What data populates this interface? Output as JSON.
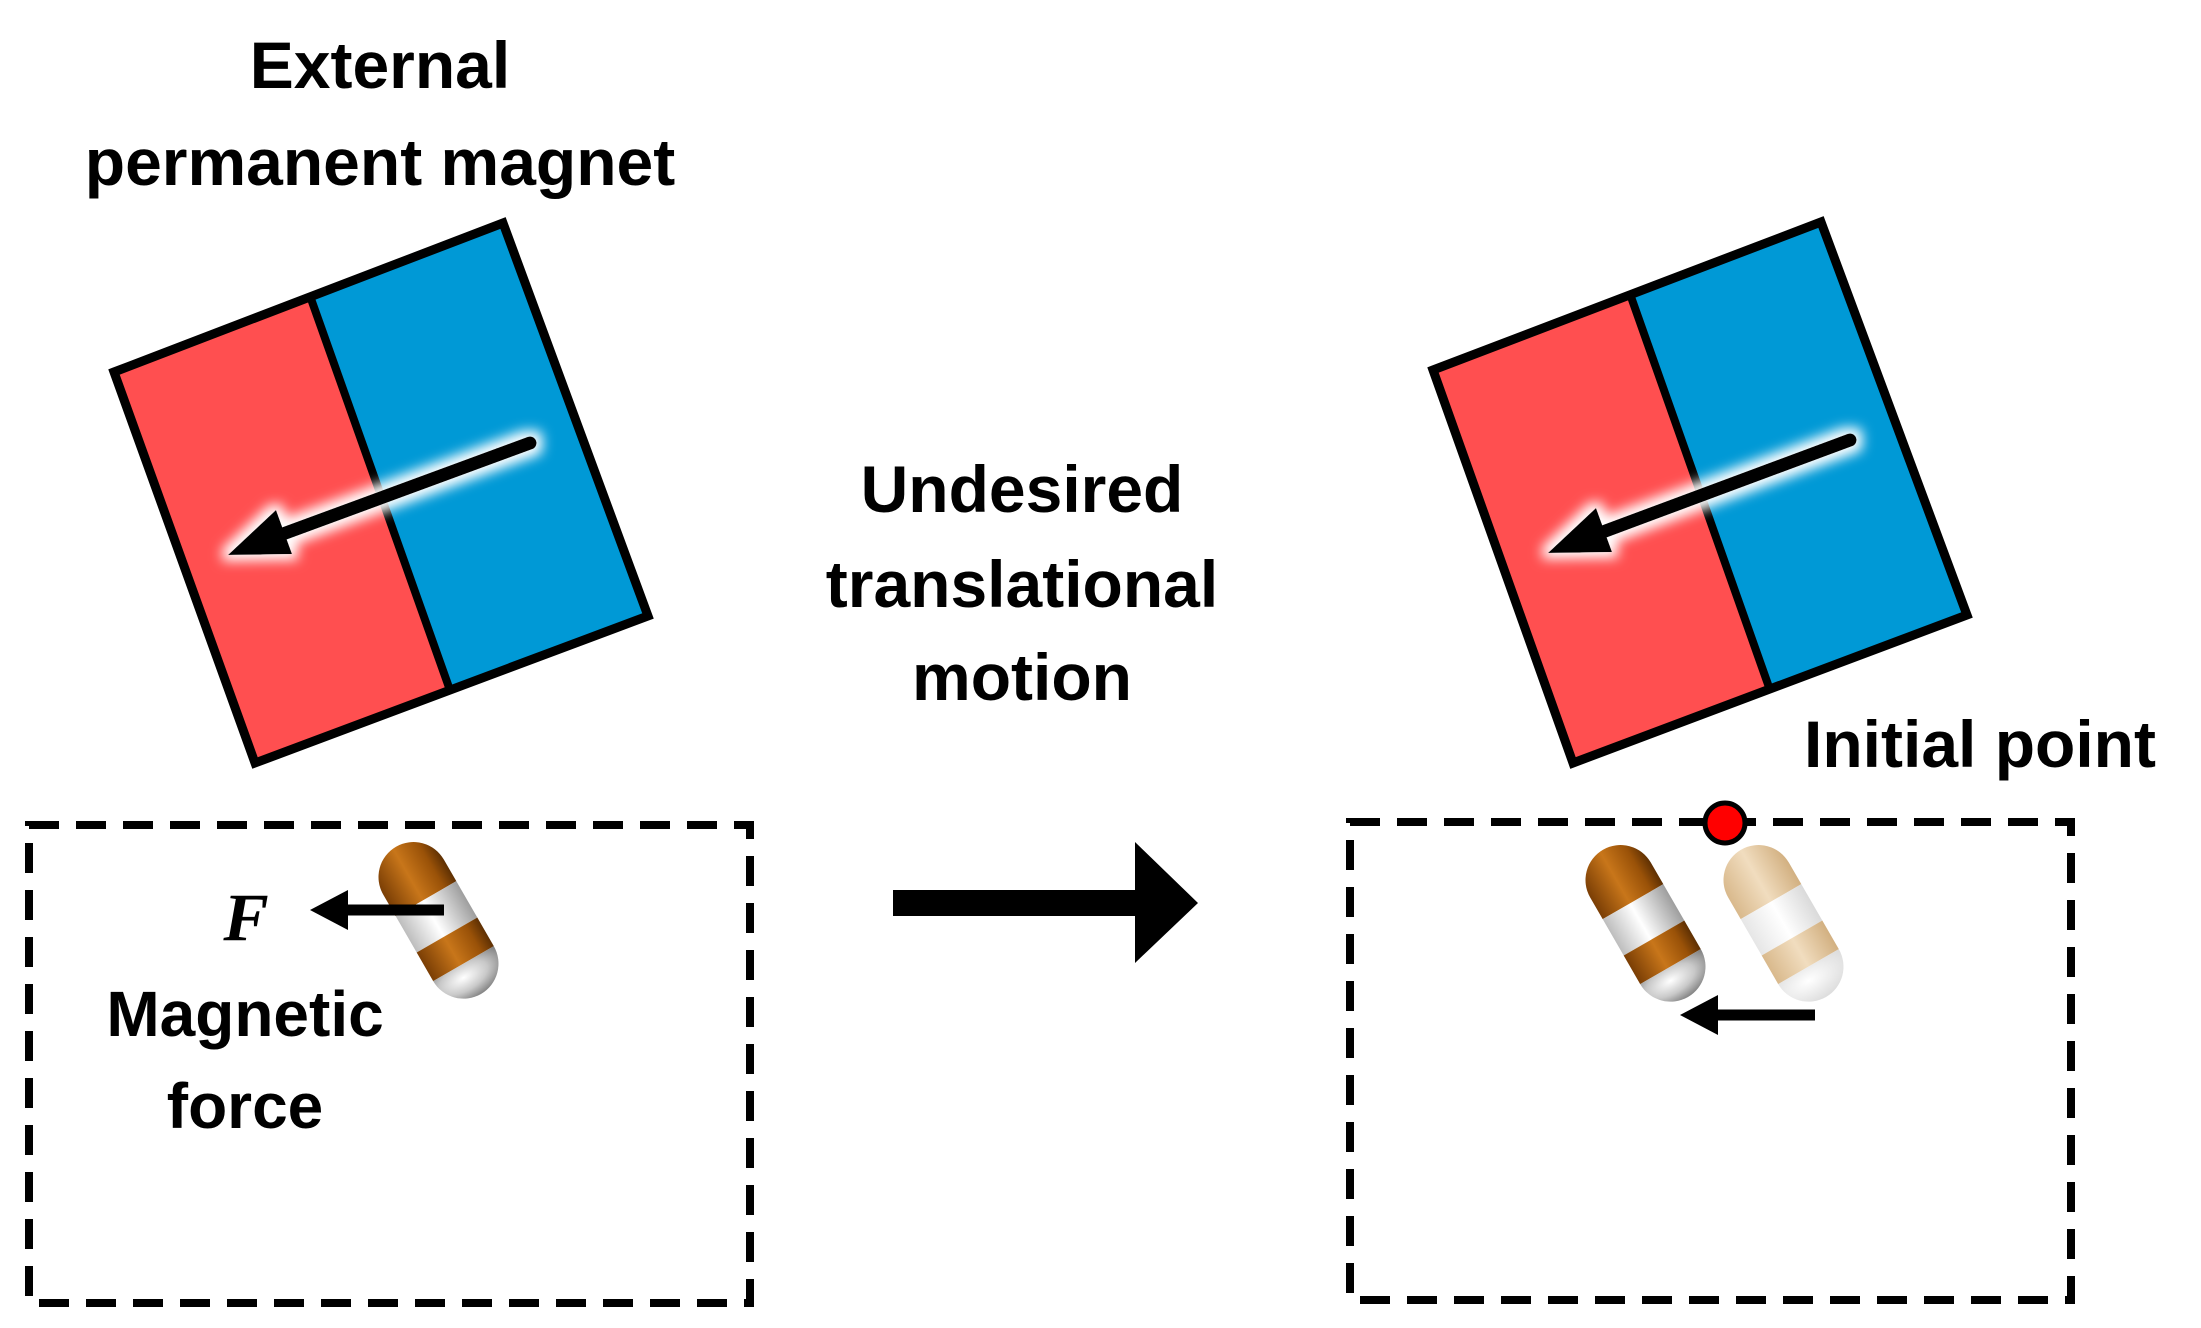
{
  "labels": {
    "magnet_title_line1": "External",
    "magnet_title_line2": "permanent magnet",
    "motion_line1": "Undesired",
    "motion_line2": "translational",
    "motion_line3": "motion",
    "force_symbol": "F",
    "force_label_line1": "Magnetic",
    "force_label_line2": "force",
    "initial_point": "Initial point"
  },
  "colors": {
    "magnet_north": "#FF4F50",
    "magnet_south": "#0099D6",
    "outline": "#000000",
    "capsule_body": "#B8640C",
    "capsule_band": "#E8E8E8",
    "capsule_ghost": "#E9CFA8",
    "initial_point_marker": "#FF0000"
  }
}
